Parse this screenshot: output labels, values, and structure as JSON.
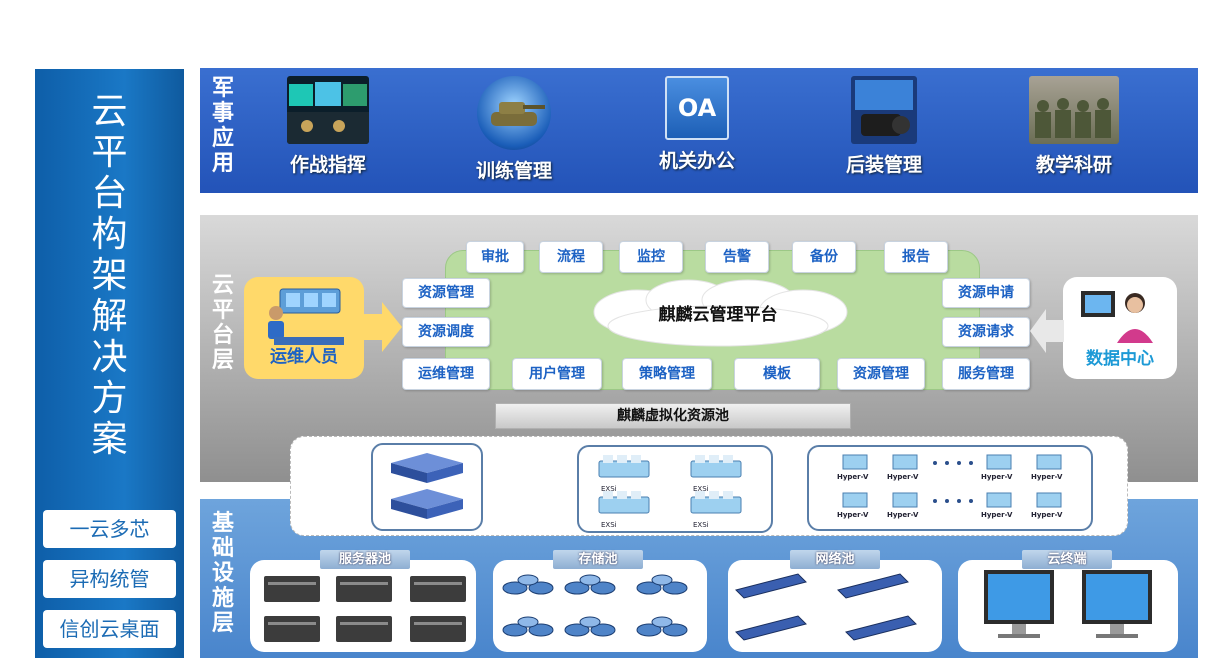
{
  "sidebar": {
    "title": "云平台构架解决方案",
    "buttons": [
      "一云多芯",
      "异构统管",
      "信创云桌面"
    ]
  },
  "layers": {
    "military": "军事应用",
    "platform": "云平台层",
    "infra": "基础设施层"
  },
  "apps": [
    "作战指挥",
    "训练管理",
    "机关办公",
    "后装管理",
    "教学科研"
  ],
  "oa_icon_text": "OA",
  "platform": {
    "top_chips": [
      "审批",
      "流程",
      "监控",
      "告警",
      "备份",
      "报告"
    ],
    "left_chips": [
      "资源管理",
      "资源调度"
    ],
    "right_chips": [
      "资源申请",
      "资源请求"
    ],
    "bottom_chips": [
      "运维管理",
      "用户管理",
      "策略管理",
      "模板",
      "资源管理",
      "服务管理"
    ],
    "cloud_label": "麒麟云管理平台",
    "ops_label": "运维人员",
    "dc_label": "数据中心",
    "pool_label": "麒麟虚拟化资源池"
  },
  "virt": {
    "exsi_label": "EXSi",
    "hyperv_label": "Hyper-V"
  },
  "pools": [
    "服务器池",
    "存储池",
    "网络池",
    "云终端"
  ],
  "colors": {
    "accent_blue": "#1d62c4",
    "top_band": "#2f60c4",
    "infra_band": "#5a92d4",
    "green_panel": "#b9dca0",
    "ops_yellow": "#ffd96a"
  }
}
